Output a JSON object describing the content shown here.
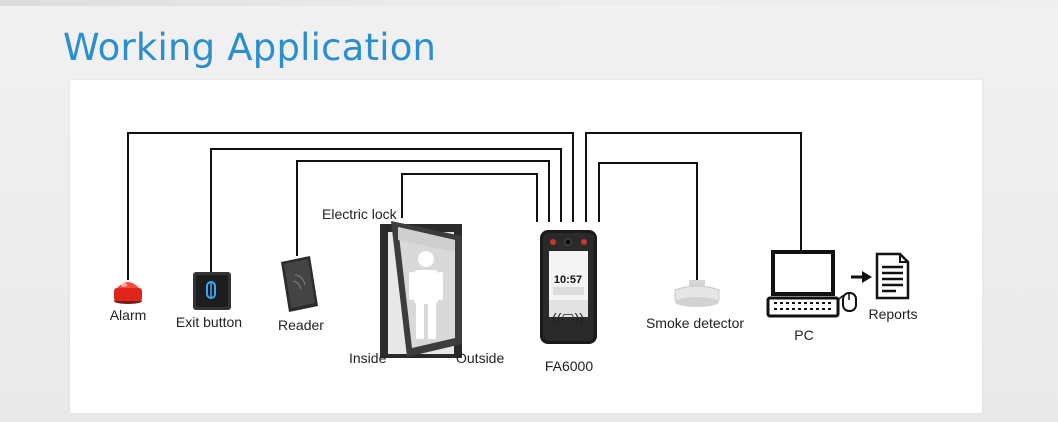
{
  "title": "Working Application",
  "labels": {
    "alarm": "Alarm",
    "exit_button": "Exit button",
    "reader": "Reader",
    "electric_lock": "Electric lock",
    "inside": "Inside",
    "outside": "Outside",
    "device": "FA6000",
    "device_time": "10:57",
    "smoke_detector": "Smoke detector",
    "pc": "PC",
    "reports": "Reports"
  },
  "colors": {
    "title": "#2b8fce",
    "wire": "#111111",
    "alarm": "#e0261c",
    "exit_led": "#3da6ff"
  }
}
